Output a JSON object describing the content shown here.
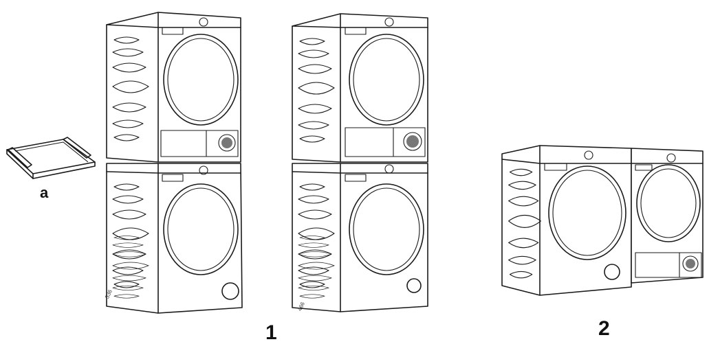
{
  "figure": {
    "labels": {
      "kit": "a",
      "option_1": "1",
      "option_2": "2"
    },
    "codes": {
      "stack_1": "536",
      "stack_2": "466"
    },
    "icon_names": [
      "stacking-kit-icon",
      "dryer-icon",
      "washer-icon"
    ]
  }
}
